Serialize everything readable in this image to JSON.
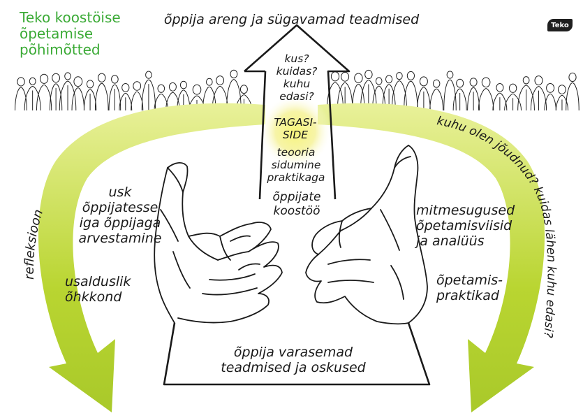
{
  "title_lines": [
    "Teko koostöise",
    "õpetamise",
    "põhimõtted"
  ],
  "logo_text": "Teko",
  "colors": {
    "title": "#3aaa35",
    "arrow": "#b9d531",
    "arrow_light": "#e6f08c",
    "glow": "#f2f070",
    "ink": "#1a1a1a"
  },
  "top_goal": "õppija areng ja sügavamad teadmised",
  "arrow_questions": [
    "kus?",
    "kuidas?",
    "kuhu",
    "edasi?"
  ],
  "feedback": [
    "TAGASI-",
    "SIDE"
  ],
  "theory": [
    "teooria",
    "sidumine",
    "praktikaga"
  ],
  "cooperation": [
    "õppijate",
    "koostöö"
  ],
  "left_labels": {
    "belief": [
      "usk",
      "õppijatesse",
      "iga õppijaga",
      "arvestamine"
    ],
    "climate": [
      "usalduslik",
      "õhkkond"
    ]
  },
  "right_labels": {
    "methods": [
      "mitmesugused",
      "õpetamisviisid",
      "ja analüüs"
    ],
    "practices": [
      "õpetamis-",
      "praktikad"
    ]
  },
  "bottom": [
    "õppija varasemad",
    "teadmised ja oskused"
  ],
  "left_arc_label": "refleksioon",
  "right_arc_label": "kuhu olen jõudnud? kuidas lähen kuhu edasi?",
  "icons": [
    "crowd-illustration",
    "left-hand-illustration",
    "right-hand-illustration",
    "up-arrow",
    "left-curved-arrow",
    "right-curved-arrow"
  ]
}
